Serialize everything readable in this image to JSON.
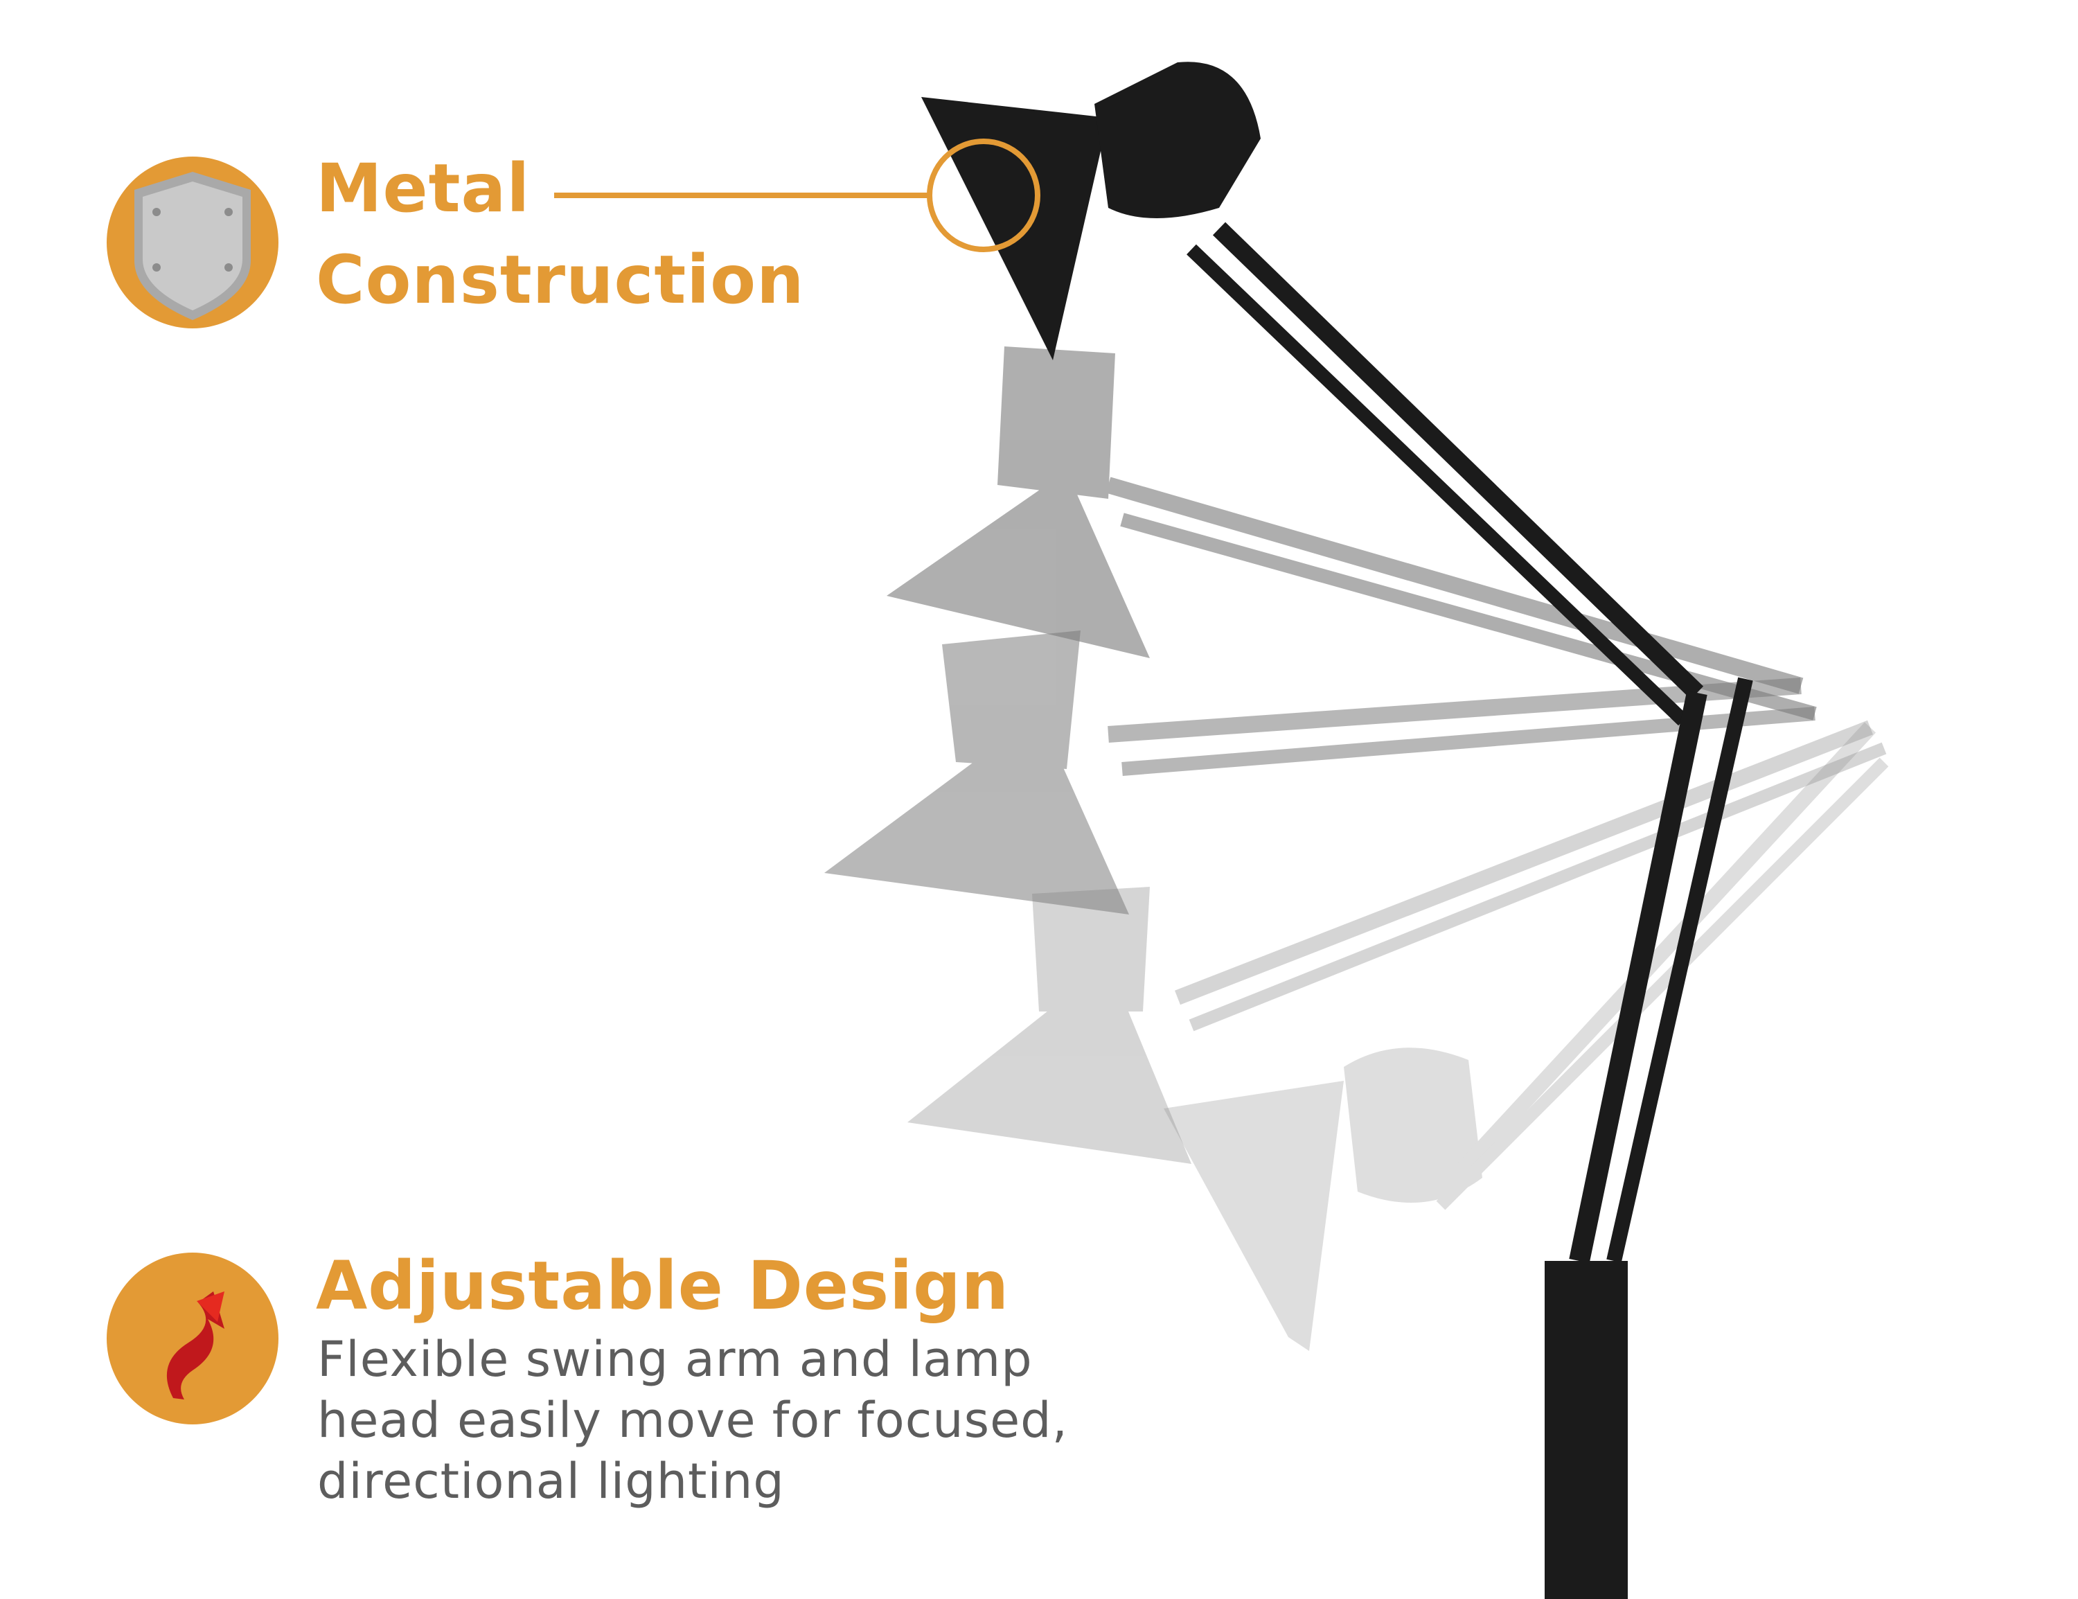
{
  "features": [
    {
      "icon": "metal-shield-icon",
      "title_line1": "Metal",
      "title_line2": "Construction"
    },
    {
      "icon": "curved-arrow-icon",
      "title": "Adjustable Design",
      "description": "Flexible swing arm and lamp head easily move for focused, directional lighting"
    }
  ],
  "colors": {
    "accent": "#e39a35",
    "text_gray": "#5d5d5d",
    "lamp_black": "#1b1b1b",
    "ghost_gray": "#8a8a8a",
    "arrow_red": "#c0181c"
  }
}
